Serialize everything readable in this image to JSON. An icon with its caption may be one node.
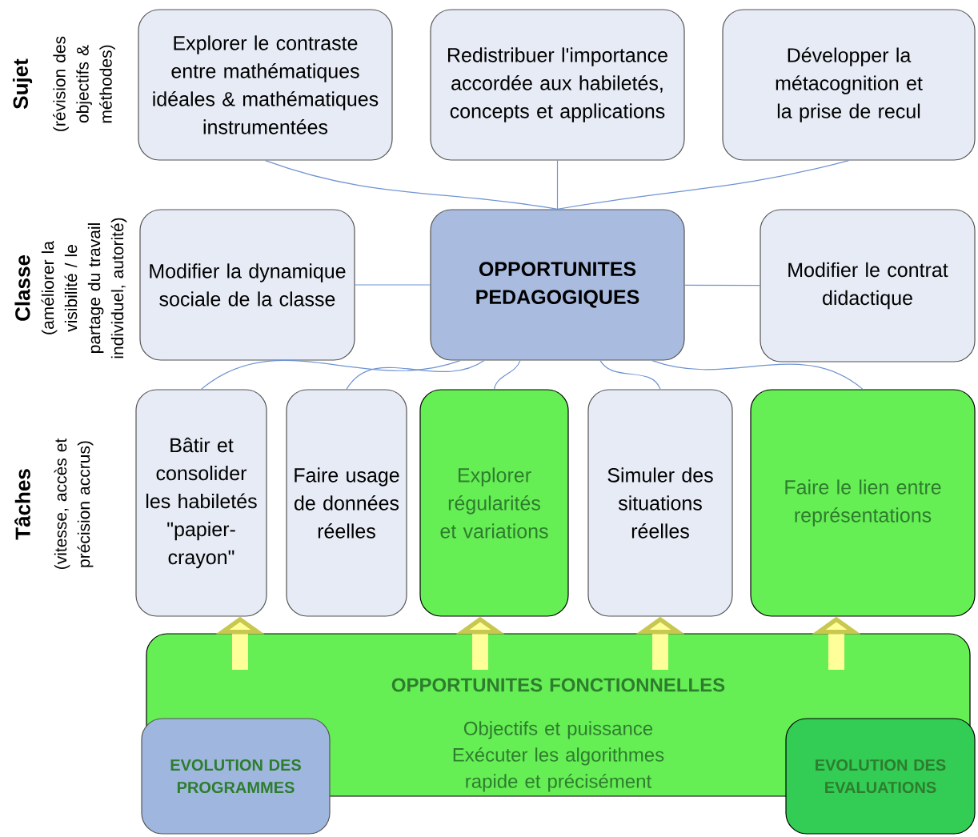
{
  "diagram": {
    "nodes": [
      {
        "text": [
          "Explorer le contraste entre mathématiques idéales & mathématiques instrumentées"
        ]
      },
      {
        "text": [
          "Redistribuer l'importance accordée aux habiletés, concepts et applications"
        ]
      },
      {
        "text": [
          "Développer la métacognition et la prise de recul"
        ]
      },
      {
        "text": [
          "Modifier la dynamique sociale de la classe"
        ]
      },
      {
        "text": [
          "OPPORTUNITES PEDAGOGIQUES"
        ]
      },
      {
        "text": [
          "Modifier le contrat didactique"
        ]
      },
      {
        "text": [
          "Bâtir et consolider les habiletés \"papier-crayon\""
        ]
      },
      {
        "text": [
          "Faire usage de données réelles"
        ]
      },
      {
        "text": [
          "Explorer régularités et variations"
        ]
      },
      {
        "text": [
          "Simuler des situations réelles"
        ]
      },
      {
        "text": [
          "Faire le lien entre représentations"
        ]
      },
      {
        "text": [
          "OPPORTUNITES FONCTIONNELLES",
          "Objectifs et puissance Exécuter les algorithmes rapide et précisément"
        ]
      },
      {
        "text": [
          "EVOLUTION DES PROGRAMMES"
        ]
      },
      {
        "text": [
          "EVOLUTION DES EVALUATIONS"
        ]
      }
    ],
    "edges": [
      {
        "from": 0,
        "to": 4,
        "arrow": "none"
      },
      {
        "from": 1,
        "to": 4,
        "arrow": "none"
      },
      {
        "from": 2,
        "to": 4,
        "arrow": "none"
      },
      {
        "from": 3,
        "to": 4,
        "arrow": "none"
      },
      {
        "from": 5,
        "to": 4,
        "arrow": "none"
      },
      {
        "from": 4,
        "to": 6,
        "arrow": "none"
      },
      {
        "from": 4,
        "to": 7,
        "arrow": "none"
      },
      {
        "from": 4,
        "to": 8,
        "arrow": "none"
      },
      {
        "from": 4,
        "to": 9,
        "arrow": "none"
      },
      {
        "from": 4,
        "to": 10,
        "arrow": "none"
      },
      {
        "from": 11,
        "to": 6,
        "arrow": "to",
        "style": "thick",
        "color": "#ffff99"
      },
      {
        "from": 11,
        "to": 8,
        "arrow": "to",
        "style": "thick",
        "color": "#ffff99"
      },
      {
        "from": 11,
        "to": 9,
        "arrow": "to",
        "style": "thick",
        "color": "#ffff99"
      },
      {
        "from": 11,
        "to": 10,
        "arrow": "to",
        "style": "thick",
        "color": "#ffff99"
      }
    ],
    "labels": [
      "Sujet",
      "(révision des objectifs & méthodes)",
      "Classe",
      "(améliorer la visibilité / le partage du travail individuel, autorité)",
      "Tâches",
      "(vitesse, accès et précision accrus)"
    ]
  }
}
